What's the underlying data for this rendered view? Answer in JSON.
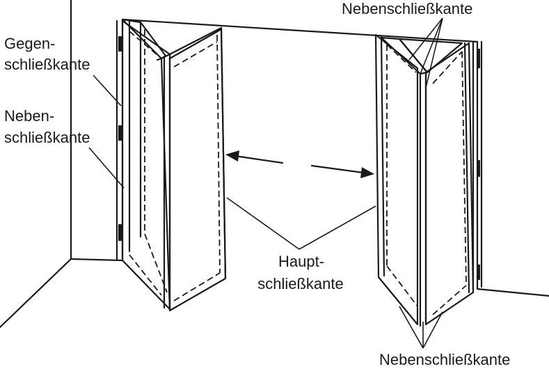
{
  "labels": {
    "top_right": "Nebenschließkante",
    "left_upper_line1": "Gegen-",
    "left_upper_line2": "schließkante",
    "left_lower_line1": "Neben-",
    "left_lower_line2": "schließkante",
    "center_line1": "Haupt-",
    "center_line2": "schließkante",
    "bottom_right": "Nebenschließkante"
  },
  "colors": {
    "stroke": "#1a1a1a",
    "background": "#ffffff"
  }
}
